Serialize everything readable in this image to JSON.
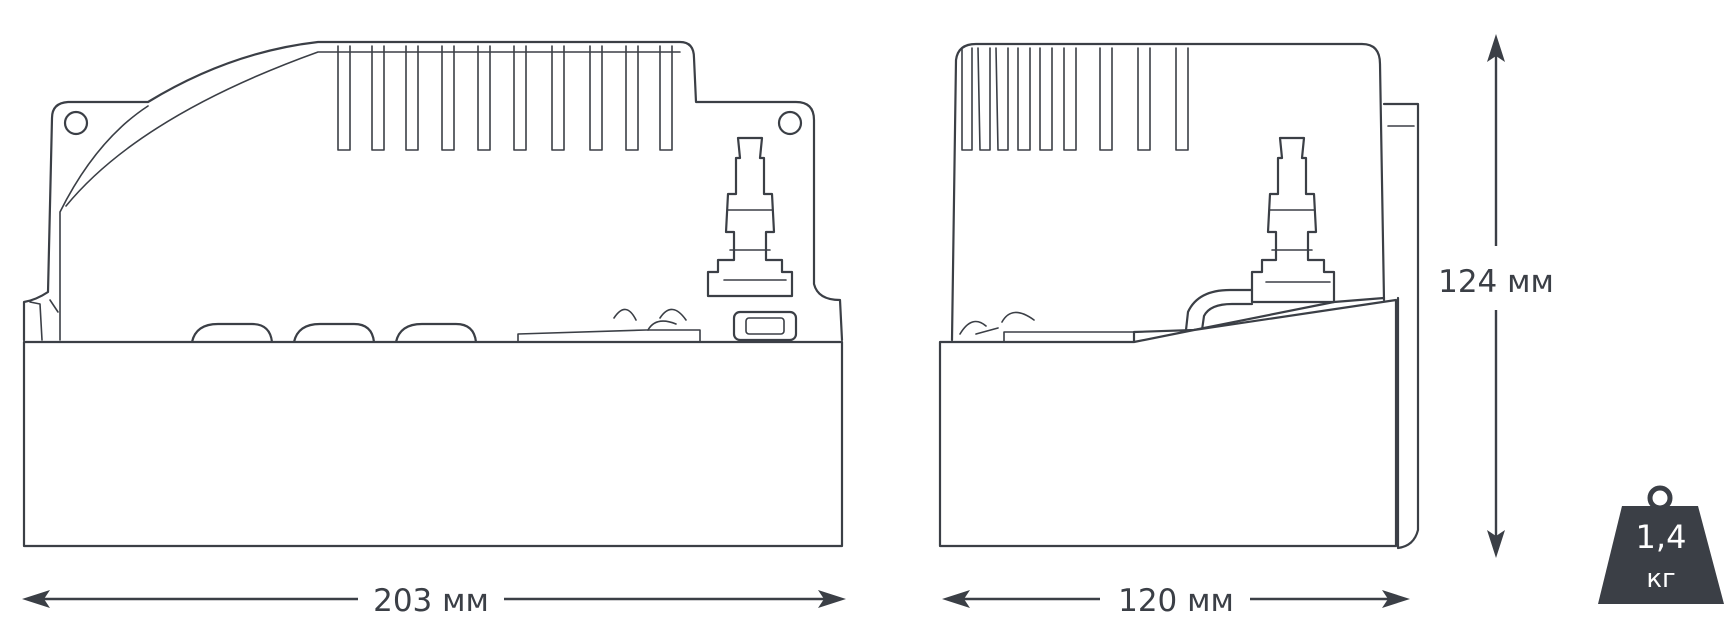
{
  "dimensions": {
    "width_front": "203 мм",
    "width_side": "120 мм",
    "height": "124 мм"
  },
  "weight": {
    "value": "1,4",
    "unit": "кг"
  },
  "colors": {
    "line": "#3b3f46",
    "weight_fill": "#3b3f46",
    "background": "#ffffff"
  }
}
